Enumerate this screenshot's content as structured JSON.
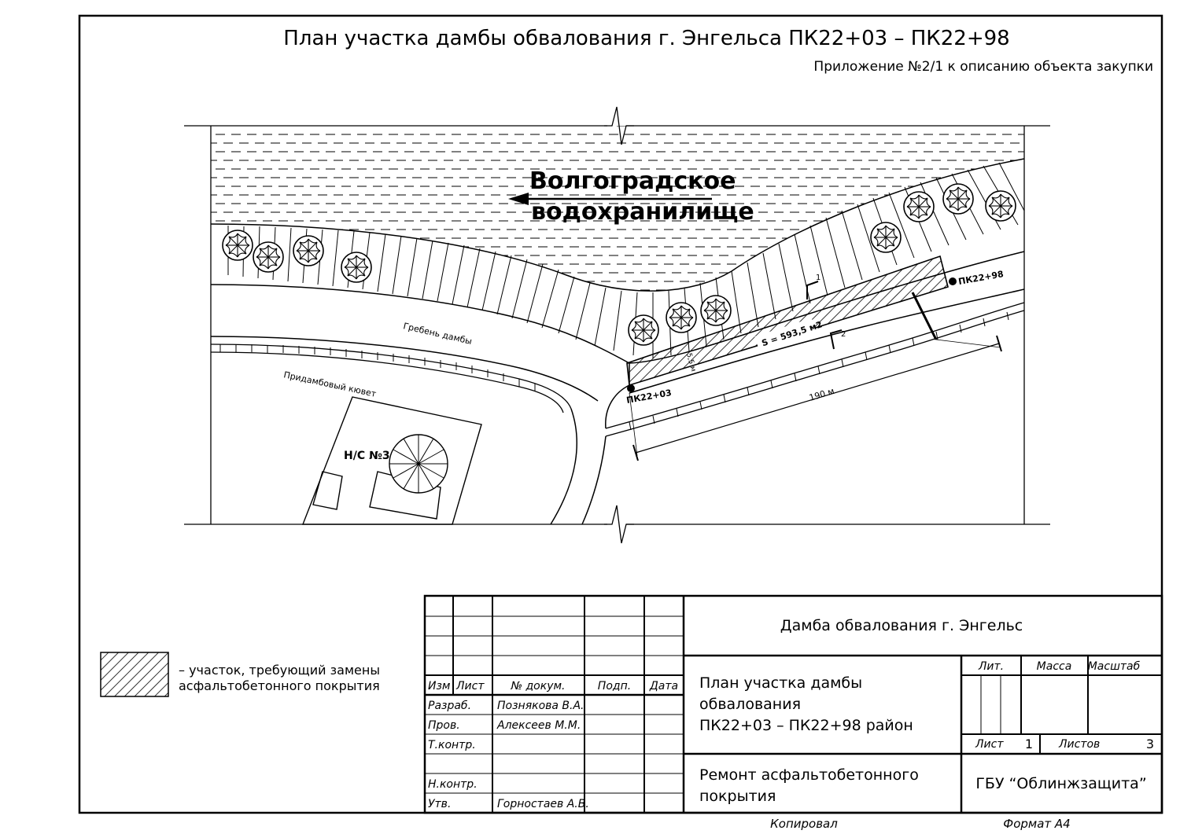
{
  "header": {
    "title": "План  участка дамбы обвалования г. Энгельса ПК22+03 – ПК22+98",
    "subtitle": "Приложение №2/1 к описанию объекта закупки"
  },
  "map": {
    "reservoir_line1": "Волгоградское",
    "reservoir_line2": "водохранилище",
    "dam_crest": "Гребень дамбы",
    "ditch": "Придамбовый кювет",
    "pump_station": "Н/С №3",
    "pk_start": "ПК22+03",
    "pk_end": "ПК22+98",
    "area": "S = 593,5 м2",
    "length": "190 м",
    "width": "5,5 м",
    "section_mark_1": "1",
    "section_mark_2": "2"
  },
  "legend": {
    "line1": "– участок, требующий замены",
    "line2": "асфальтобетонного покрытия"
  },
  "stamp": {
    "object": "Дамба обвалования г. Энгельс",
    "sheet_title_1": "План участка дамбы",
    "sheet_title_2": "обвалования",
    "sheet_title_3": "ПК22+03 – ПК22+98 район",
    "work": "Ремонт асфальтобетонного",
    "work_2": "покрытия",
    "org": "ГБУ “Облинжзащита”",
    "col_izm": "Изм",
    "col_list": "Лист",
    "col_doc": "№ докум.",
    "col_sign": "Подп.",
    "col_date": "Дата",
    "role_dev": "Разраб.",
    "role_check": "Пров.",
    "role_tcontrol": "Т.контр.",
    "role_ncontrol": "Н.контр.",
    "role_approve": "Утв.",
    "name_dev": "Познякова В.А.",
    "name_check": "Алексеев М.М.",
    "name_approve": "Горностаев А.В.",
    "lit": "Лит.",
    "mass": "Масса",
    "scale": "Масштаб",
    "sheet_label": "Лист",
    "sheet_value": "1",
    "sheets_label": "Листов",
    "sheets_value": "3"
  },
  "footer": {
    "copied": "Копировал",
    "format": "Формат А4"
  }
}
